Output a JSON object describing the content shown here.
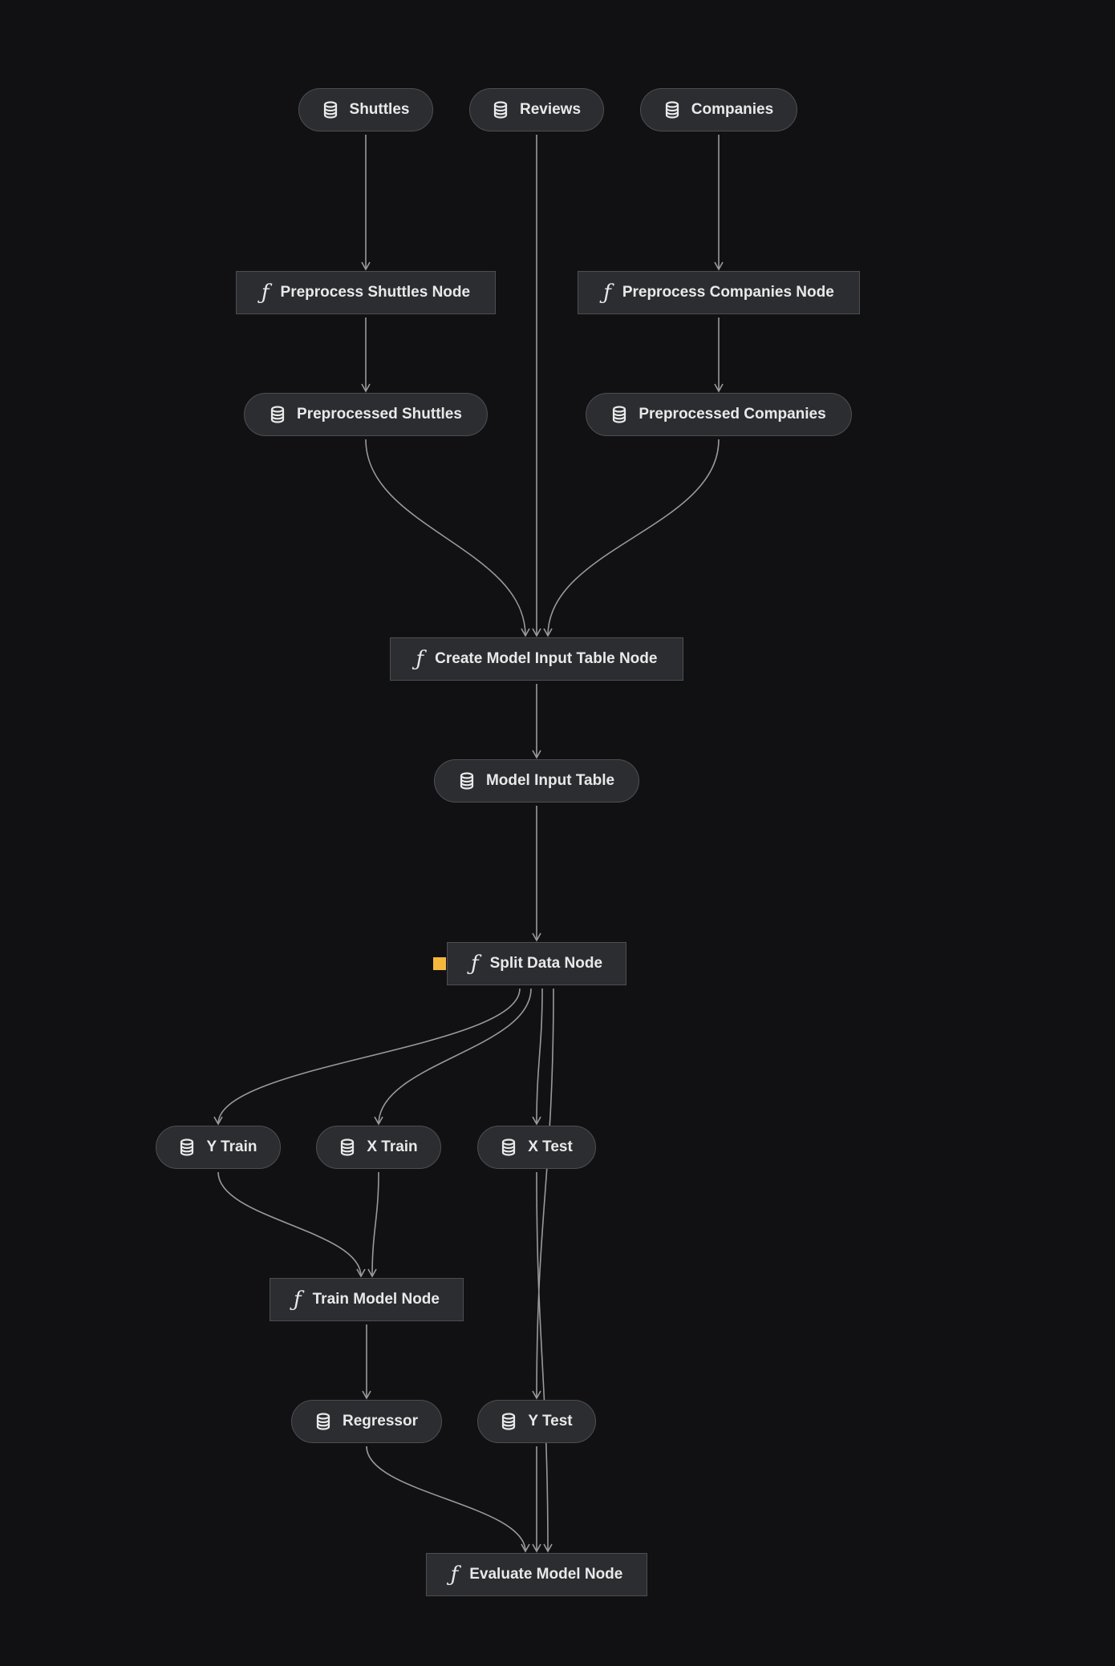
{
  "colors": {
    "background": "#111113",
    "node_fill": "#2c2d30",
    "node_border": "#4d4e52",
    "text": "#e9e9ea",
    "edge": "#9a9a9e",
    "status_marker": "#f5b83d"
  },
  "icons": {
    "data": "database-icon",
    "task": "function-icon"
  },
  "nodes": {
    "shuttles": {
      "label": "Shuttles",
      "kind": "data"
    },
    "reviews": {
      "label": "Reviews",
      "kind": "data"
    },
    "companies": {
      "label": "Companies",
      "kind": "data"
    },
    "preprocess_shuttles_node": {
      "label": "Preprocess Shuttles Node",
      "kind": "task"
    },
    "preprocess_companies_node": {
      "label": "Preprocess Companies Node",
      "kind": "task"
    },
    "preprocessed_shuttles": {
      "label": "Preprocessed Shuttles",
      "kind": "data"
    },
    "preprocessed_companies": {
      "label": "Preprocessed Companies",
      "kind": "data"
    },
    "create_model_input_table_node": {
      "label": "Create Model Input Table Node",
      "kind": "task"
    },
    "model_input_table": {
      "label": "Model Input Table",
      "kind": "data"
    },
    "split_data_node": {
      "label": "Split Data Node",
      "kind": "task"
    },
    "y_train": {
      "label": "Y Train",
      "kind": "data"
    },
    "x_train": {
      "label": "X Train",
      "kind": "data"
    },
    "x_test": {
      "label": "X Test",
      "kind": "data"
    },
    "train_model_node": {
      "label": "Train Model Node",
      "kind": "task"
    },
    "regressor": {
      "label": "Regressor",
      "kind": "data"
    },
    "y_test": {
      "label": "Y Test",
      "kind": "data"
    },
    "evaluate_model_node": {
      "label": "Evaluate Model Node",
      "kind": "task"
    }
  },
  "edges": [
    [
      "shuttles",
      "preprocess_shuttles_node"
    ],
    [
      "companies",
      "preprocess_companies_node"
    ],
    [
      "preprocess_shuttles_node",
      "preprocessed_shuttles"
    ],
    [
      "preprocess_companies_node",
      "preprocessed_companies"
    ],
    [
      "preprocessed_shuttles",
      "create_model_input_table_node"
    ],
    [
      "reviews",
      "create_model_input_table_node"
    ],
    [
      "preprocessed_companies",
      "create_model_input_table_node"
    ],
    [
      "create_model_input_table_node",
      "model_input_table"
    ],
    [
      "model_input_table",
      "split_data_node"
    ],
    [
      "split_data_node",
      "y_train"
    ],
    [
      "split_data_node",
      "x_train"
    ],
    [
      "split_data_node",
      "x_test"
    ],
    [
      "split_data_node",
      "y_test"
    ],
    [
      "y_train",
      "train_model_node"
    ],
    [
      "x_train",
      "train_model_node"
    ],
    [
      "train_model_node",
      "regressor"
    ],
    [
      "regressor",
      "evaluate_model_node"
    ],
    [
      "y_test",
      "evaluate_model_node"
    ],
    [
      "x_test",
      "evaluate_model_node"
    ]
  ]
}
